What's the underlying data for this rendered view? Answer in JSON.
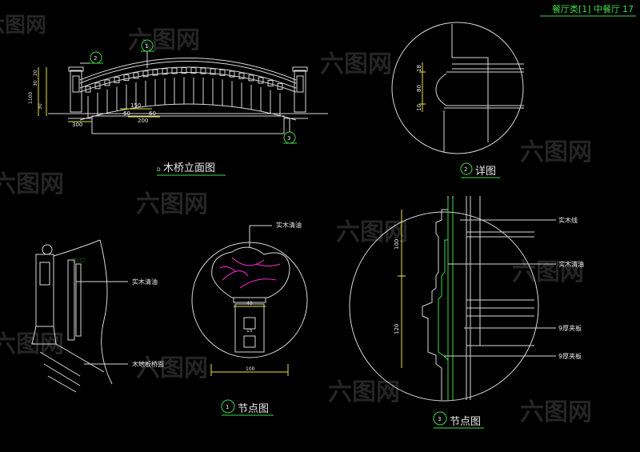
{
  "header": {
    "category": "餐厅类[1] 中餐厅",
    "page": "17"
  },
  "watermark": {
    "text": "六图网"
  },
  "views": {
    "bridge_elevation": {
      "badge": "D",
      "title": "木桥立面图",
      "callout_1": "1",
      "callout_2": "2",
      "callout_3": "3",
      "dims_left": [
        "20",
        "30",
        "1100",
        "30"
      ],
      "dim_300": "300",
      "dim_150": "150",
      "dim_60a": "60",
      "dim_60b": "60",
      "dim_200": "200"
    },
    "detail2": {
      "badge": "2",
      "title": "详图",
      "dims": [
        "18",
        "80",
        "10"
      ]
    },
    "side_view": {
      "label_oil": "实木清油",
      "label_floor": "木地板桥面"
    },
    "node1": {
      "badge": "1",
      "title": "节点图",
      "label_oil": "实木清油",
      "dim_40": "40",
      "dim_15": "15",
      "dim_100": "100"
    },
    "node3": {
      "badge": "3",
      "title": "节点图",
      "labels": [
        "实木线",
        "实木清油",
        "9厚夹板",
        "9厚夹板"
      ],
      "dim_top": "100",
      "dim_bottom": "120"
    }
  },
  "colors": {
    "background": "#000000",
    "line": "#d8d8d8",
    "green": "#3fd94a",
    "yellow": "#e6e63c",
    "magenta": "#ff2ad4",
    "cyan": "#36c8d8"
  }
}
